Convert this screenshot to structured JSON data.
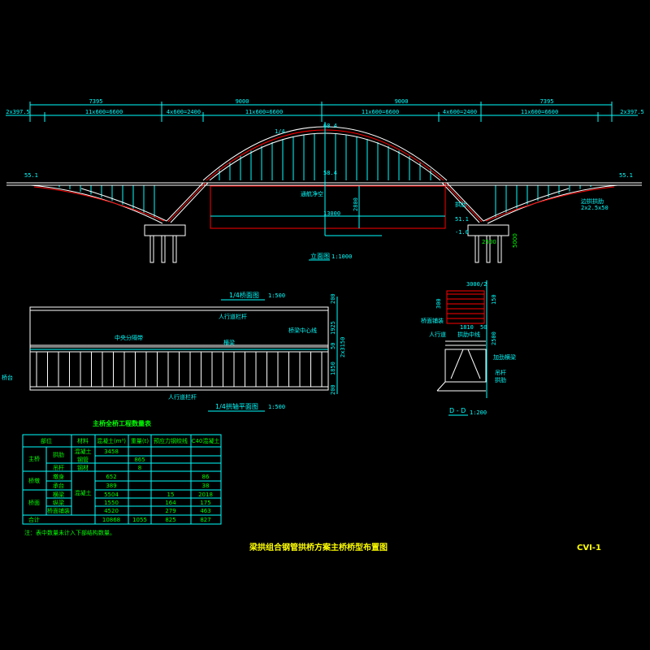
{
  "elevation": {
    "spans_top": [
      "7395",
      "9000",
      "9000",
      "7395"
    ],
    "spans_sub": [
      "2x397.5",
      "11x600=6600",
      "4x600=2400",
      "11x600=6600",
      "11x600=6600",
      "4x600=2400",
      "11x600=6600",
      "2x397.5"
    ],
    "labels": {
      "clear_width": "13000",
      "clear_height": "2800",
      "left_elev": "55.1",
      "right_elev": "55.1",
      "crown": "68.4",
      "deck": "58.4",
      "pier_top": "51.1",
      "pier_bottom": "-1.0",
      "pile_cap": "2500",
      "pile_len": "5000",
      "left_note": "通航净空",
      "right_note": "边拱拱肋",
      "right_note2": "2x2.5x50",
      "arch_note": "拱肋",
      "arch_note2": "1/4"
    },
    "title": "立面图",
    "scale": "1:1000"
  },
  "plan": {
    "title_top": "1/4桥面图",
    "title_bottom": "1/4拱轴平面图",
    "scale": "1:500",
    "labels": {
      "upper_rail": "人行道栏杆",
      "lower_rail": "人行道栏杆",
      "center": "中央分隔带",
      "crossbeam": "横梁",
      "center_line": "桥梁中心线",
      "left": "桥台"
    },
    "dims": [
      "200",
      "1925",
      "50",
      "1850",
      "200",
      "2x3150"
    ]
  },
  "section": {
    "title": "D - D",
    "scale": "1:200",
    "labels": [
      "3000/2",
      "150",
      "桥面铺装",
      "人行道",
      "1810",
      "50",
      "拱肋中线",
      "加劲横梁",
      "吊杆",
      "拱肋",
      "300",
      "2500"
    ]
  },
  "table": {
    "title": "主桥全桥工程数量表",
    "headers": [
      "部位",
      "材料",
      "混凝土(m³)",
      "重量(t)",
      "预应力钢绞线",
      "C40混凝土"
    ],
    "groups": [
      "主桥",
      "桥墩",
      "桥面",
      "合计"
    ],
    "parts": [
      "拱肋",
      "吊杆",
      "墩身",
      "承台",
      "横梁",
      "纵梁",
      "桥面铺装"
    ],
    "materials": [
      "混凝土",
      "钢管",
      "钢材",
      "混凝土"
    ],
    "values": {
      "arch_conc": "3458",
      "arch_steel_t": "865",
      "hanger_t": "8",
      "pier_conc": "652",
      "pier_c40": "86",
      "cap_conc": "389",
      "cap_c40": "38",
      "beam_conc": "5504",
      "beam_pre": "15",
      "beam_c40": "2018",
      "long_conc": "1550",
      "long_pre": "164",
      "long_c40": "175",
      "pave_conc": "4520",
      "pave_pre": "279",
      "pave_c40": "463",
      "tot_conc": "10868",
      "tot_t": "1055",
      "tot_pre": "825",
      "tot_c40": "827"
    },
    "note": "注：表中数量未计入下部结构数量。"
  },
  "title_block": {
    "title": "梁拱组合钢管拱桥方案主桥桥型布置图",
    "number": "CVI-1"
  }
}
